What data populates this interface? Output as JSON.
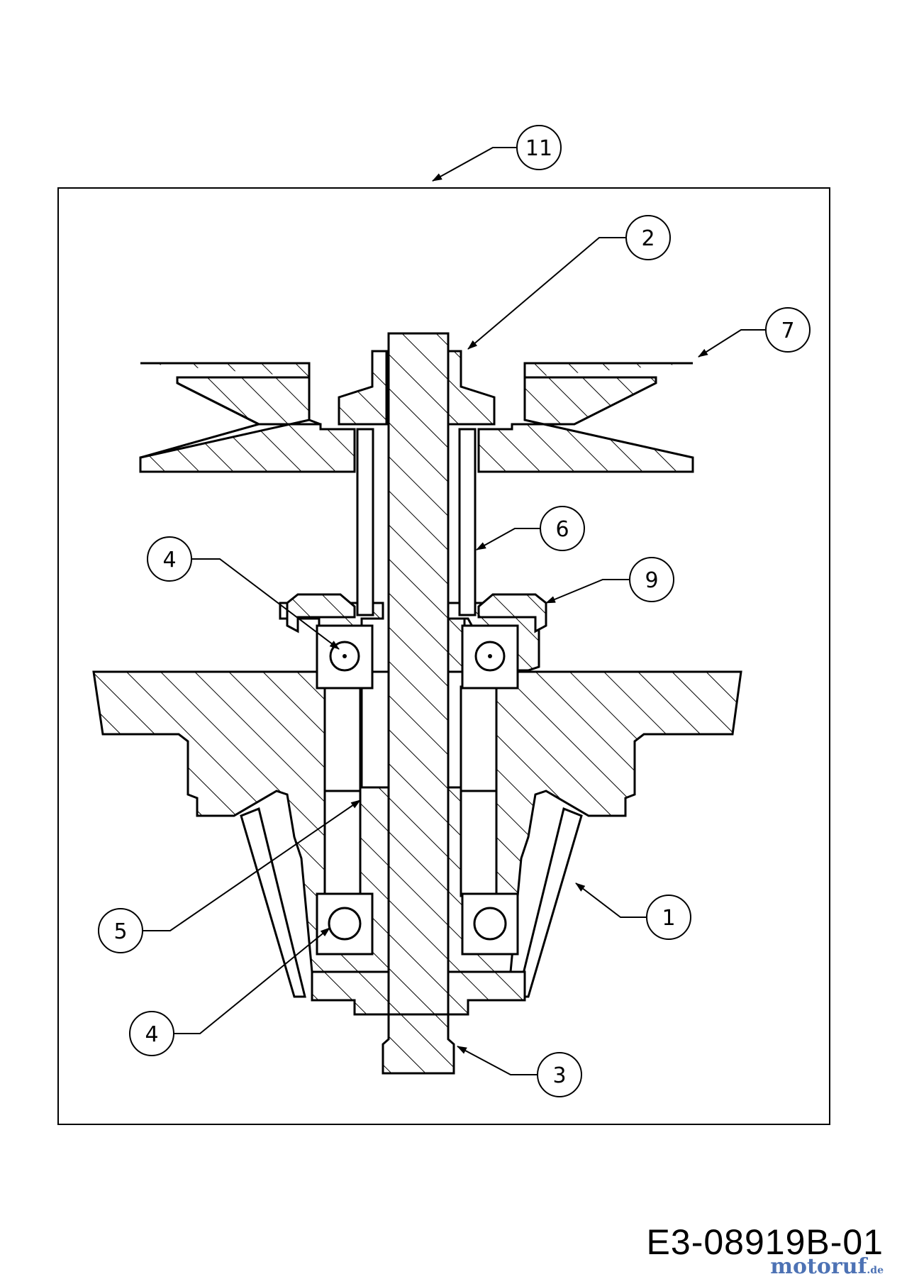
{
  "diagram": {
    "callouts": [
      {
        "id": "11",
        "label": "11"
      },
      {
        "id": "2",
        "label": "2"
      },
      {
        "id": "7",
        "label": "7"
      },
      {
        "id": "6",
        "label": "6"
      },
      {
        "id": "4a",
        "label": "4"
      },
      {
        "id": "9",
        "label": "9"
      },
      {
        "id": "5",
        "label": "5"
      },
      {
        "id": "1",
        "label": "1"
      },
      {
        "id": "4b",
        "label": "4"
      },
      {
        "id": "3",
        "label": "3"
      }
    ],
    "drawing_code": "E3-08919B-01",
    "watermark": {
      "text": "motoruf",
      "suffix": ".de",
      "colors": {
        "primary": "#2e5aa8",
        "accent": "#e08a1e"
      }
    }
  }
}
